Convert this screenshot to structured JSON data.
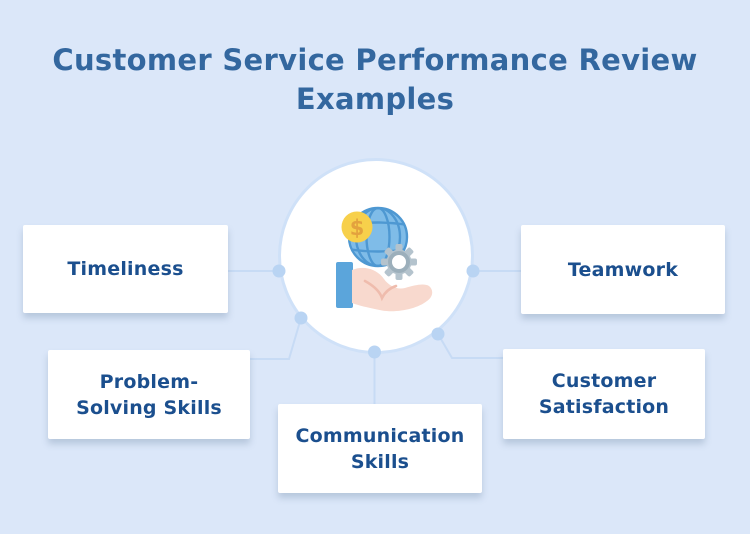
{
  "title": {
    "text": "Customer Service Performance Review\nExamples"
  },
  "center": {
    "icon": "hand-holding-globe-with-dollar-coin-and-gear",
    "parts": [
      "globe-icon",
      "dollar-coin-icon",
      "gear-icon",
      "hand-icon",
      "sleeve-icon"
    ]
  },
  "boxes": [
    {
      "id": "timeliness",
      "label": "Timeliness"
    },
    {
      "id": "teamwork",
      "label": "Teamwork"
    },
    {
      "id": "problem-solving",
      "label": "Problem-\nSolving Skills"
    },
    {
      "id": "communication-skills",
      "label": "Communication\nSkills"
    },
    {
      "id": "customer-satisfaction",
      "label": "Customer\nSatisfaction"
    }
  ],
  "colors": {
    "background": "#dbe7f9",
    "title_text": "#33679f",
    "box_background": "#ffffff",
    "box_text": "#1b4f8e",
    "connector_line": "#c7dbf5",
    "node_dot": "#b9d4f3",
    "circle_border": "#cfe1f8",
    "globe_fill": "#7fbce8",
    "globe_lines": "#4e98d2",
    "coin_fill": "#f7d04b",
    "coin_symbol": "#e3a23e",
    "gear_fill": "#b4c3cd",
    "hand_fill": "#f8d9ce",
    "sleeve_fill": "#5ba5db"
  }
}
